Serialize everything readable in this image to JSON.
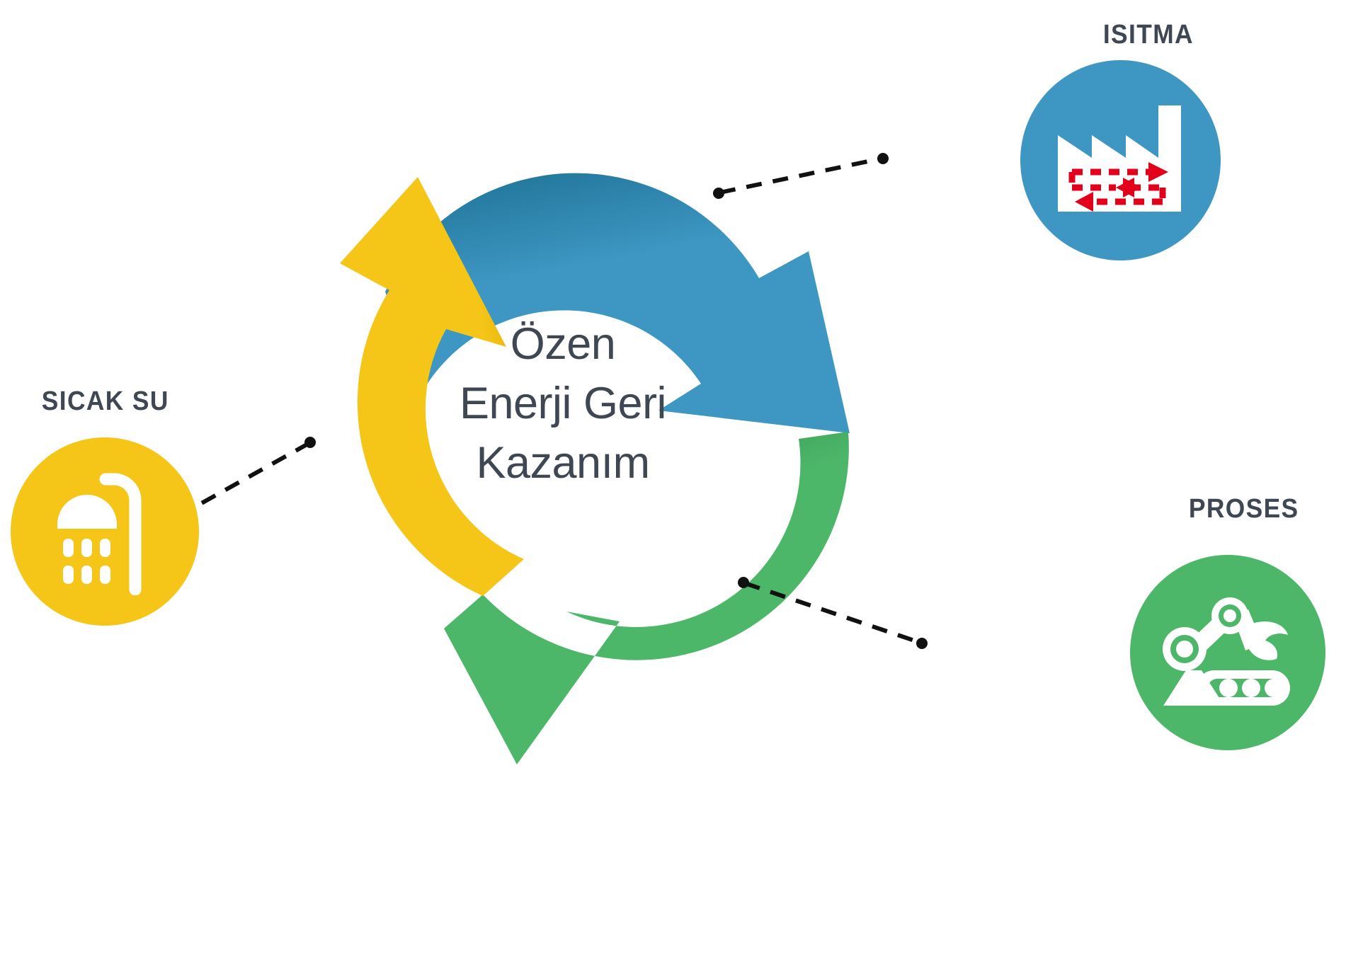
{
  "diagram": {
    "title_lines": [
      "Özen",
      "Enerji Geri",
      "Kazanım"
    ],
    "center_title": "Özen Enerji Geri Kazanım",
    "type": "cycle-diagram",
    "colors": {
      "blue": "#3d97c2",
      "blue_shadow": "#1b6f92",
      "yellow": "#f5c518",
      "yellow_shadow": "#d8a700",
      "green": "#4cb669",
      "green_shadow": "#2f9150",
      "text": "#3e4752",
      "accent_red": "#e2001a",
      "background": "#ffffff"
    },
    "nodes": [
      {
        "id": "isitma",
        "label": "ISITMA",
        "color": "#3d97c2",
        "icon": "factory-icon",
        "icon_description": "factory with sawtooth roof, chimney and red dashed recirculation arrows"
      },
      {
        "id": "sicak-su",
        "label": "SICAK SU",
        "color": "#f5c518",
        "icon": "shower-icon",
        "icon_description": "shower head with water droplets and pipe"
      },
      {
        "id": "proses",
        "label": "PROSES",
        "color": "#4cb669",
        "icon": "robot-arm-conveyor-icon",
        "icon_description": "robotic arm with gripper above a conveyor belt"
      }
    ],
    "arrows": [
      {
        "id": "arrow-heating",
        "color": "#3d97c2",
        "segment": "top-right",
        "points_to": "isitma"
      },
      {
        "id": "arrow-hot-water",
        "color": "#f5c518",
        "segment": "left",
        "points_to": "sicak-su"
      },
      {
        "id": "arrow-process",
        "color": "#4cb669",
        "segment": "bottom-right",
        "points_to": "proses"
      }
    ],
    "connectors": [
      {
        "id": "connector-isitma",
        "from": "cycle-blue",
        "to": "isitma",
        "style": "dashed",
        "color": "#111111"
      },
      {
        "id": "connector-sicaksu",
        "from": "cycle-yellow",
        "to": "sicak-su",
        "style": "dashed",
        "color": "#111111"
      },
      {
        "id": "connector-proses",
        "from": "cycle-green",
        "to": "proses",
        "style": "dashed",
        "color": "#111111"
      }
    ]
  }
}
